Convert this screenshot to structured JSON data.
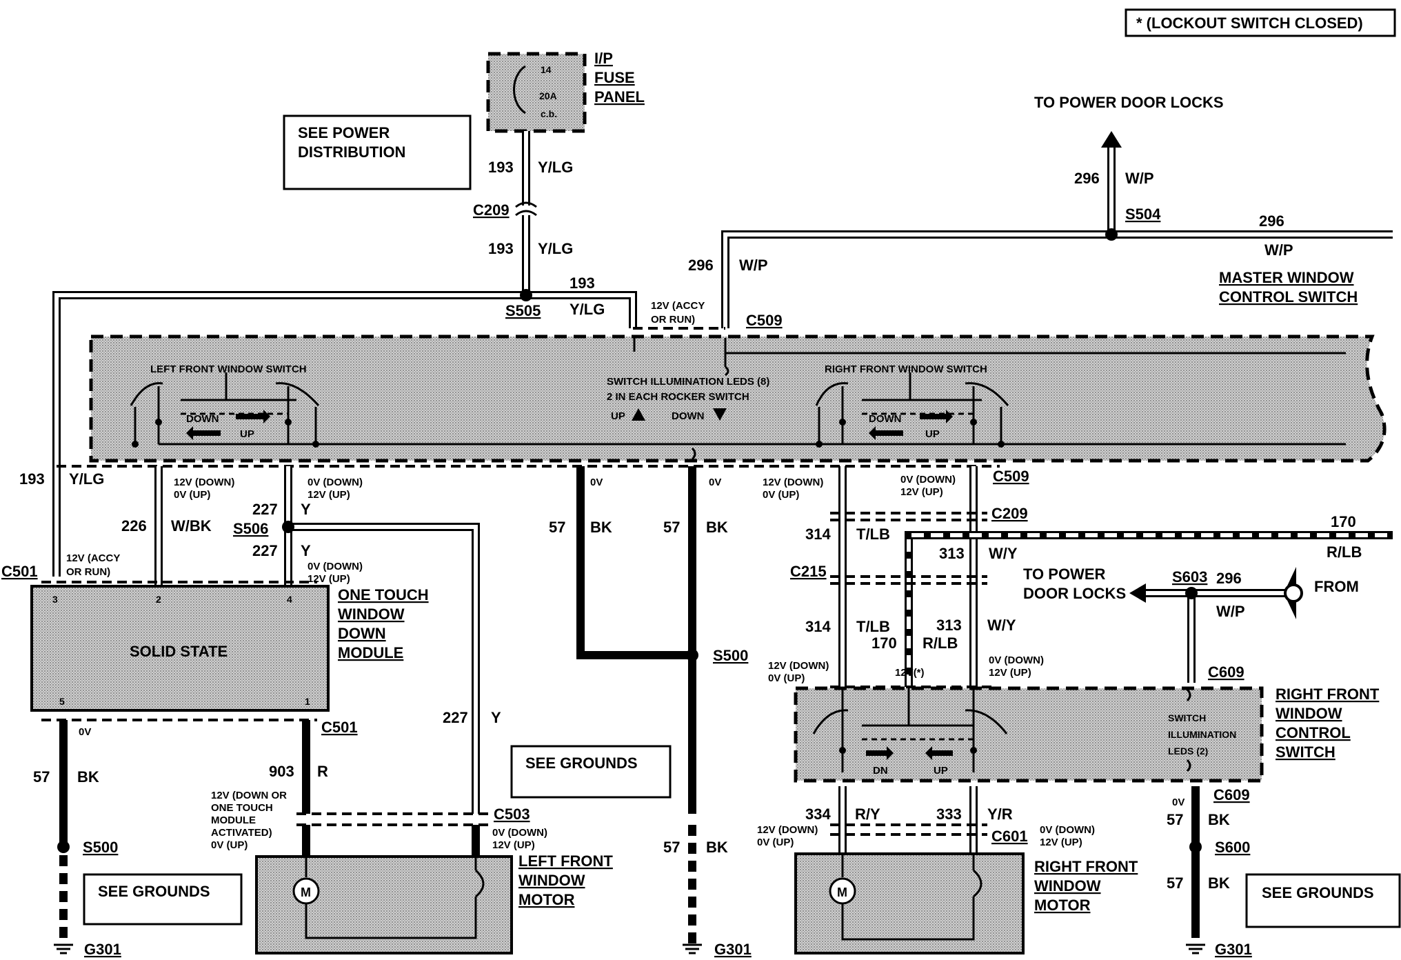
{
  "legend": {
    "note": "*  (LOCKOUT SWITCH CLOSED)"
  },
  "boxes": {
    "power_dist": [
      "SEE POWER",
      "DISTRIBUTION"
    ],
    "grounds_left": "SEE GROUNDS",
    "grounds_mid": "SEE GROUNDS",
    "grounds_right": "SEE GROUNDS"
  },
  "fuse": {
    "name": [
      "I/P",
      "FUSE",
      "PANEL"
    ],
    "num": "14",
    "rating": "20A",
    "cb": "c.b."
  },
  "to_power_door_locks_top": "TO POWER DOOR LOCKS",
  "to_power_door_locks_right": [
    "TO POWER",
    "DOOR LOCKS"
  ],
  "from_label": "FROM",
  "master_switch": [
    "MASTER WINDOW",
    "CONTROL SWITCH"
  ],
  "lf_window_switch": "LEFT FRONT  WINDOW SWITCH",
  "rf_window_switch": "RIGHT FRONT  WINDOW SWITCH",
  "illum_leds": [
    "SWITCH ILLUMINATION LEDS (8)",
    "2 IN EACH ROCKER SWITCH"
  ],
  "up_down_legend": {
    "up": "UP",
    "down": "DOWN"
  },
  "switch_labels": {
    "down": "DOWN",
    "up": "UP",
    "dn": "DN"
  },
  "accy": [
    "12V (ACCY",
    "OR RUN)"
  ],
  "module": {
    "name": [
      "ONE TOUCH",
      "WINDOW",
      "DOWN",
      "MODULE"
    ],
    "body": "SOLID STATE",
    "pins": [
      "3",
      "2",
      "4",
      "5",
      "1"
    ]
  },
  "lf_motor": [
    "LEFT FRONT",
    "WINDOW",
    "MOTOR"
  ],
  "rf_motor": [
    "RIGHT FRONT",
    "WINDOW",
    "MOTOR"
  ],
  "rf_switch": [
    "RIGHT FRONT",
    "WINDOW",
    "CONTROL",
    "SWITCH"
  ],
  "rf_switch_leds": [
    "SWITCH",
    "ILLUMINATION",
    "LEDS (2)"
  ],
  "motor_symbol": "M",
  "connectors": {
    "c209": "C209",
    "s505": "S505",
    "c509": "C509",
    "s504": "S504",
    "c501": "C501",
    "s506": "S506",
    "c503": "C503",
    "s500": "S500",
    "g301": "G301",
    "c215": "C215",
    "s603": "S603",
    "c609": "C609",
    "c601": "C601",
    "s600": "S600"
  },
  "circuits": {
    "c193": "193",
    "ylg": "Y/LG",
    "c296": "296",
    "wp": "W/P",
    "c226": "226",
    "wbk": "W/BK",
    "c227": "227",
    "y": "Y",
    "c57": "57",
    "bk": "BK",
    "c903": "903",
    "r": "R",
    "c314": "314",
    "tlb": "T/LB",
    "c313": "313",
    "wy": "W/Y",
    "c170": "170",
    "rlb": "R/LB",
    "c334": "334",
    "ry": "R/Y",
    "c333": "333",
    "yr": "Y/R"
  },
  "voltages": {
    "down12_up0": [
      "12V (DOWN)",
      "0V (UP)"
    ],
    "down0_up12": [
      "0V (DOWN)",
      "12V (UP)"
    ],
    "ov": "0V",
    "v12star": "12V(*)",
    "onetouch": [
      "12V (DOWN OR",
      "ONE  TOUCH",
      "MODULE",
      "ACTIVATED)",
      "0V (UP)"
    ]
  }
}
